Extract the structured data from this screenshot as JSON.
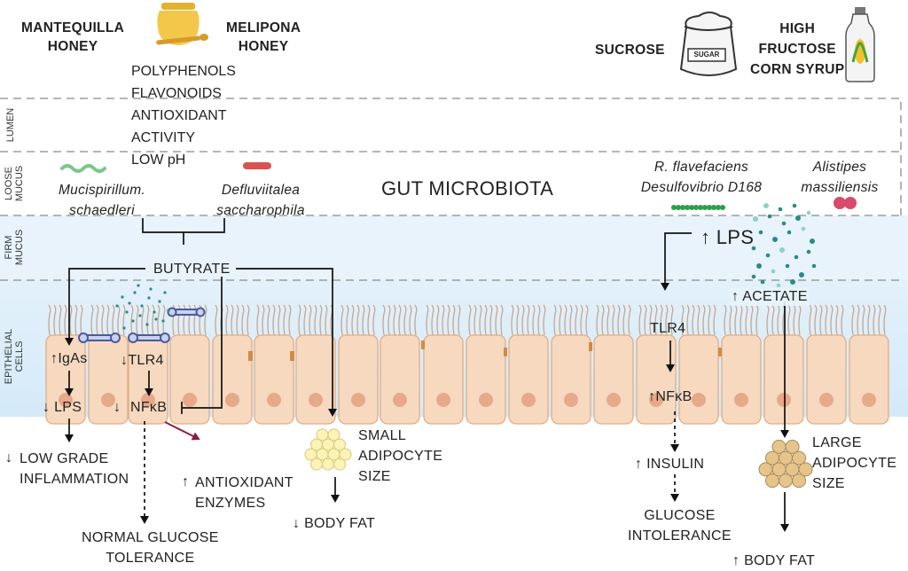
{
  "inputs": {
    "mantequilla": "MANTEQUILLA\nHONEY",
    "melipona": "MELIPONA\nHONEY",
    "sucrose": "SUCROSE",
    "sugar_bag": "SUGAR",
    "hfcs": "HIGH\nFRUCTOSE\nCORN SYRUP"
  },
  "honey_properties": [
    "POLYPHENOLS",
    "FLAVONOIDS",
    "ANTIOXIDANT",
    "ACTIVITY",
    "LOW pH"
  ],
  "zones": {
    "lumen": "LUMEN",
    "loose_mucus": "LOOSE\nMUCUS",
    "firm_mucus": "FIRM\nMUCUS",
    "epithelial": "EPITHELIAL\nCELLS"
  },
  "microbes": {
    "mucispirillum": "Mucispirillum.\nschaedleri",
    "defluviitalea": "Defluviitalea\nsaccharophila",
    "ruminococcus": "R. flavefaciens\nDesulfovibrio D168",
    "alistipes": "Alistipes\nmassiliensis"
  },
  "center_title": "GUT MICROBIOTA",
  "left_pathway": {
    "butyrate": "BUTYRATE",
    "igas": "IgAs",
    "tlr4": "TLR4",
    "lps": "LPS",
    "nfkb": "NFκB",
    "inflammation": "LOW GRADE\nINFLAMMATION",
    "antioxidant": "ANTIOXIDANT\nENZYMES",
    "glucose": "NORMAL GLUCOSE\nTOLERANCE",
    "adipocyte": "SMALL\nADIPOCYTE\nSIZE",
    "body_fat": "BODY FAT"
  },
  "right_pathway": {
    "lps": "LPS",
    "acetate": "ACETATE",
    "tlr4": "TLR4",
    "nfkb": "NFκB",
    "insulin": "INSULIN",
    "glucose": "GLUCOSE\nINTOLERANCE",
    "adipocyte": "LARGE\nADIPOCYTE\nSIZE",
    "body_fat": "BODY FAT"
  },
  "arrows": {
    "up": "↑",
    "down": "↓"
  },
  "colors": {
    "mucus_band": "#e6f2fb",
    "lumen_border": "#8a8a8a",
    "cell_fill": "#f7d9bf",
    "cell_stroke": "#e0ae86",
    "nucleus": "#e6a98a",
    "microvilli": "#c9a68c",
    "honey": "#f0c23c",
    "green_bacteria": "#7ac98a",
    "red_bacteria": "#d9534f",
    "chain_bacteria": "#2e9e4e",
    "teal_dots": "#2a8a8a",
    "inhibit_arrow": "#8b1e3f"
  }
}
